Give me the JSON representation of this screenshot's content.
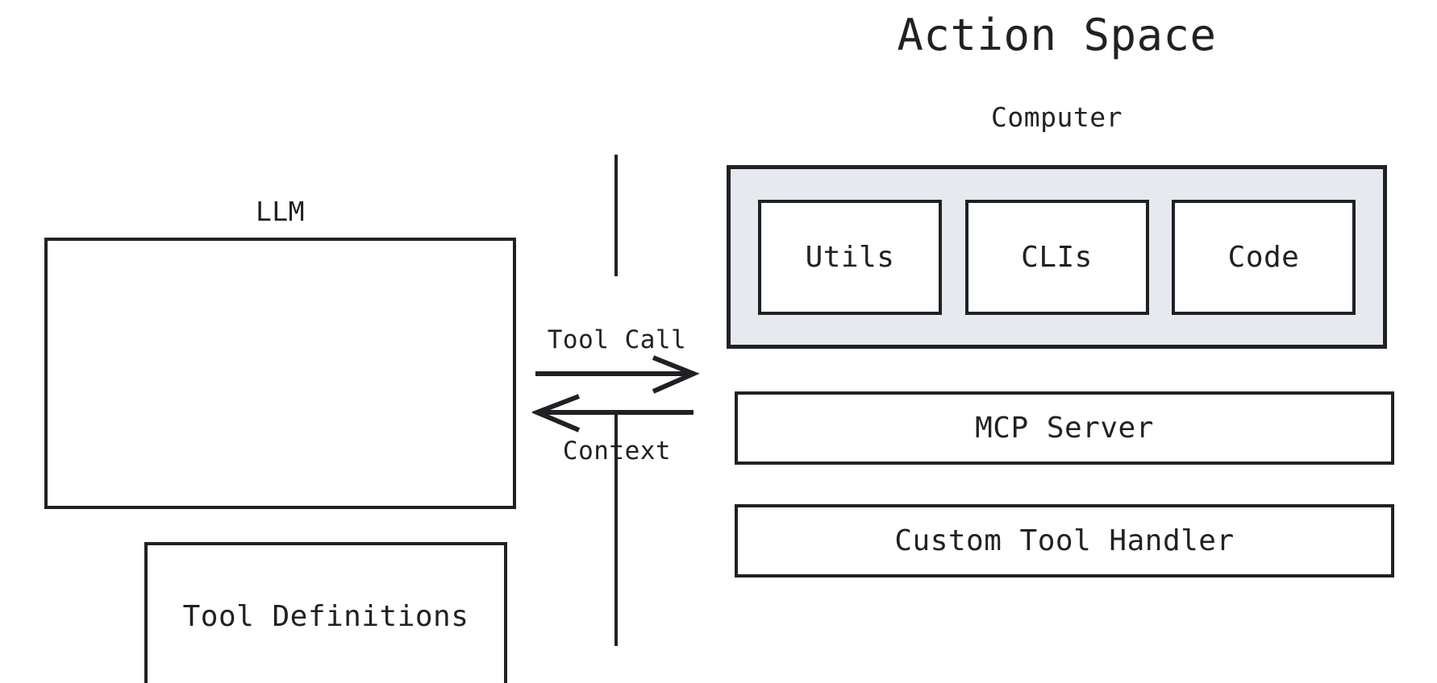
{
  "diagram": {
    "title": "Action Space",
    "left_panel": {
      "caption": "LLM",
      "inner_box_label": "Tool Definitions"
    },
    "connector": {
      "outbound_label": "Tool Call",
      "inbound_label": "Context",
      "outbound_icon": "arrow-right-icon",
      "inbound_icon": "arrow-left-icon",
      "divider_icon": "vertical-divider-line"
    },
    "right_panel": {
      "caption": "Computer",
      "tool_cards": [
        {
          "label": "Utils"
        },
        {
          "label": "CLIs"
        },
        {
          "label": "Code"
        }
      ],
      "stacked_boxes": [
        {
          "label": "MCP Server"
        },
        {
          "label": "Custom Tool Handler"
        }
      ]
    },
    "colors": {
      "stroke": "#1f2124",
      "computer_fill": "#e6eaee",
      "box_fill": "#ffffff",
      "background": "#ffffff"
    }
  }
}
